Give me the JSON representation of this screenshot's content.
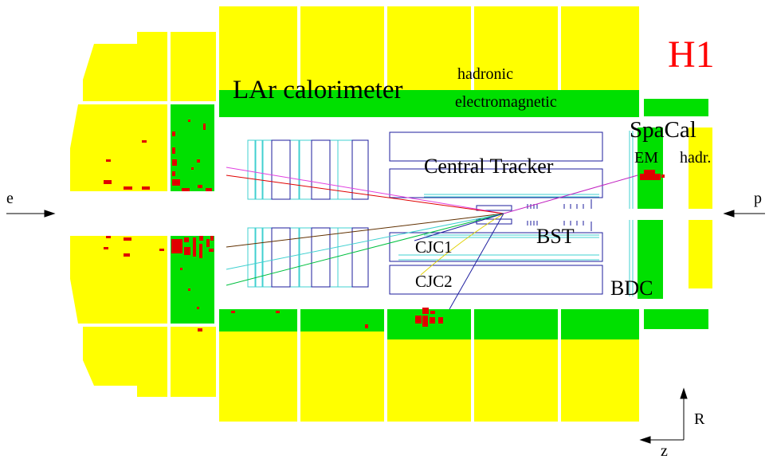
{
  "title": "H1",
  "labels": {
    "lar": "LAr calorimeter",
    "hadronic": "hadronic",
    "electromagnetic": "electromagnetic",
    "spacal": "SpaCal",
    "em": "EM",
    "hadr": "hadr.",
    "central_tracker": "Central Tracker",
    "bst": "BST",
    "cjc1": "CJC1",
    "cjc2": "CJC2",
    "bdc": "BDC",
    "electron": "e",
    "proton": "p",
    "axis_r": "R",
    "axis_z": "z"
  },
  "colors": {
    "hadronic": "#ffff00",
    "electromagnetic": "#00e000",
    "energy": "#e00000",
    "title": "#ff0000",
    "tracker": "#1c1c9c",
    "forward_tracker": "#40d0d0"
  }
}
